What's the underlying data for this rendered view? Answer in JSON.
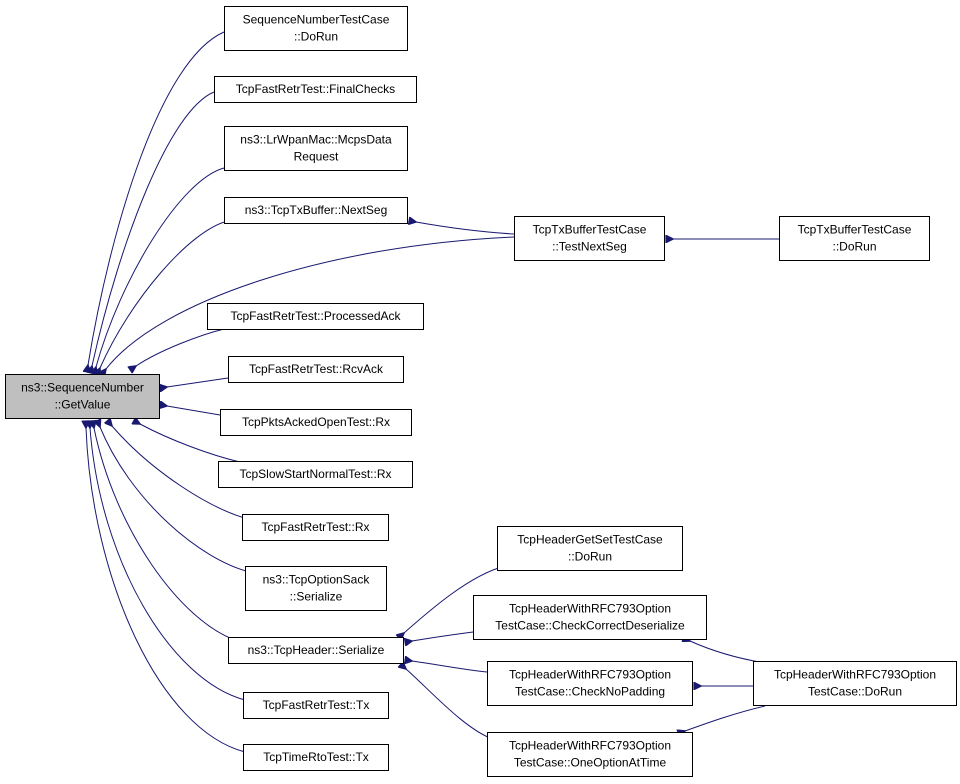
{
  "nodes": {
    "root": [
      "ns3::SequenceNumber",
      "::GetValue"
    ],
    "seqnum_dorun": [
      "SequenceNumberTestCase",
      "::DoRun"
    ],
    "fastretr_finalchecks": [
      "TcpFastRetrTest::FinalChecks"
    ],
    "lrwpan_mcps": [
      "ns3::LrWpanMac::McpsData",
      "Request"
    ],
    "txbuffer_nextseg": [
      "ns3::TcpTxBuffer::NextSeg"
    ],
    "txbuffertest_testnextseg": [
      "TcpTxBufferTestCase",
      "::TestNextSeg"
    ],
    "txbuffertest_dorun": [
      "TcpTxBufferTestCase",
      "::DoRun"
    ],
    "fastretr_processedack": [
      "TcpFastRetrTest::ProcessedAck"
    ],
    "fastretr_rcvack": [
      "TcpFastRetrTest::RcvAck"
    ],
    "pktsacked_rx": [
      "TcpPktsAckedOpenTest::Rx"
    ],
    "slowstart_rx": [
      "TcpSlowStartNormalTest::Rx"
    ],
    "fastretr_rx": [
      "TcpFastRetrTest::Rx"
    ],
    "optionsack_serialize": [
      "ns3::TcpOptionSack",
      "::Serialize"
    ],
    "tcpheader_serialize": [
      "ns3::TcpHeader::Serialize"
    ],
    "fastretr_tx": [
      "TcpFastRetrTest::Tx"
    ],
    "timerto_tx": [
      "TcpTimeRtoTest::Tx"
    ],
    "headergetset_dorun": [
      "TcpHeaderGetSetTestCase",
      "::DoRun"
    ],
    "rfc793_checkcorrect": [
      "TcpHeaderWithRFC793Option",
      "TestCase::CheckCorrectDeserialize"
    ],
    "rfc793_checknopadding": [
      "TcpHeaderWithRFC793Option",
      "TestCase::CheckNoPadding"
    ],
    "rfc793_oneoption": [
      "TcpHeaderWithRFC793Option",
      "TestCase::OneOptionAtTime"
    ],
    "rfc793_dorun": [
      "TcpHeaderWithRFC793Option",
      "TestCase::DoRun"
    ]
  },
  "edges": [
    [
      "seqnum_dorun",
      "root"
    ],
    [
      "fastretr_finalchecks",
      "root"
    ],
    [
      "lrwpan_mcps",
      "root"
    ],
    [
      "txbuffer_nextseg",
      "root"
    ],
    [
      "txbuffertest_testnextseg",
      "root"
    ],
    [
      "fastretr_processedack",
      "root"
    ],
    [
      "fastretr_rcvack",
      "root"
    ],
    [
      "pktsacked_rx",
      "root"
    ],
    [
      "slowstart_rx",
      "root"
    ],
    [
      "fastretr_rx",
      "root"
    ],
    [
      "optionsack_serialize",
      "root"
    ],
    [
      "tcpheader_serialize",
      "root"
    ],
    [
      "fastretr_tx",
      "root"
    ],
    [
      "timerto_tx",
      "root"
    ],
    [
      "txbuffertest_testnextseg",
      "txbuffer_nextseg"
    ],
    [
      "txbuffertest_dorun",
      "txbuffertest_testnextseg"
    ],
    [
      "headergetset_dorun",
      "tcpheader_serialize"
    ],
    [
      "rfc793_checkcorrect",
      "tcpheader_serialize"
    ],
    [
      "rfc793_checknopadding",
      "tcpheader_serialize"
    ],
    [
      "rfc793_oneoption",
      "tcpheader_serialize"
    ],
    [
      "rfc793_dorun",
      "rfc793_checkcorrect"
    ],
    [
      "rfc793_dorun",
      "rfc793_checknopadding"
    ],
    [
      "rfc793_dorun",
      "rfc793_oneoption"
    ]
  ],
  "colors": {
    "edge": "#191970",
    "root_fill": "#bfbfbf",
    "node_fill": "#ffffff",
    "node_border": "#000000"
  }
}
